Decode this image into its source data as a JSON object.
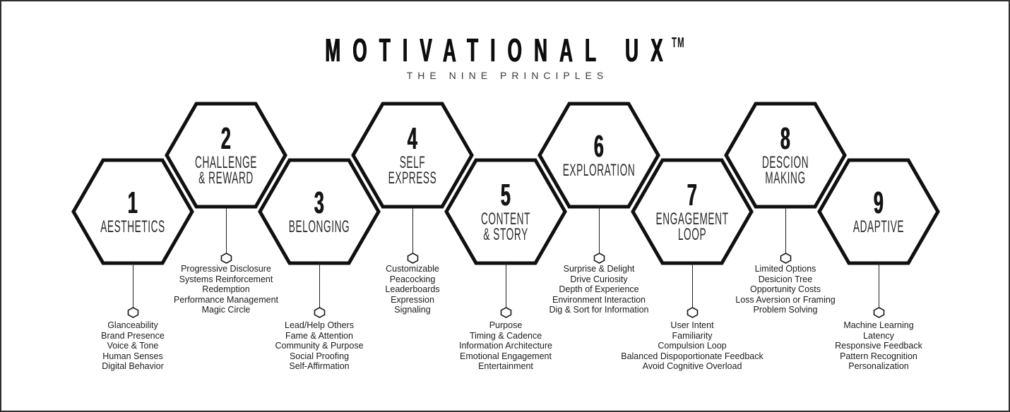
{
  "title": "MOTIVATIONAL UX",
  "title_tm": "TM",
  "subtitle": "THE NINE PRINCIPLES",
  "colors": {
    "ink": "#101010",
    "body_text": "#1b1b1b",
    "subtitle_text": "#3a3a3a",
    "background": "#ffffff"
  },
  "icons": {
    "node_marker": "small-hexagon-outline"
  },
  "principles": [
    {
      "number": "1",
      "label": "AESTHETICS",
      "items": [
        "Glanceability",
        "Brand Presence",
        "Voice & Tone",
        "Human Senses",
        "Digital Behavior"
      ]
    },
    {
      "number": "2",
      "label": "CHALLENGE\n& REWARD",
      "items": [
        "Progressive Disclosure",
        "Systems Reinforcement",
        "Redemption",
        "Performance Management",
        "Magic Circle"
      ]
    },
    {
      "number": "3",
      "label": "BELONGING",
      "items": [
        "Lead/Help Others",
        "Fame & Attention",
        "Community & Purpose",
        "Social Proofing",
        "Self-Affirmation"
      ]
    },
    {
      "number": "4",
      "label": "SELF\nEXPRESS",
      "items": [
        "Customizable",
        "Peacocking",
        "Leaderboards",
        "Expression",
        "Signaling"
      ]
    },
    {
      "number": "5",
      "label": "CONTENT\n& STORY",
      "items": [
        "Purpose",
        "Timing & Cadence",
        "Information Architecture",
        "Emotional Engagement",
        "Entertainment"
      ]
    },
    {
      "number": "6",
      "label": "EXPLORATION",
      "items": [
        "Surprise & Delight",
        "Drive Curiosity",
        "Depth of Experience",
        "Environment Interaction",
        "Dig & Sort for Information"
      ]
    },
    {
      "number": "7",
      "label": "ENGAGEMENT\nLOOP",
      "items": [
        "User Intent",
        "Familiarity",
        "Compulsion Loop",
        "Balanced Dispoportionate Feedback",
        "Avoid Cognitive Overload"
      ]
    },
    {
      "number": "8",
      "label": "DESCION\nMAKING",
      "items": [
        "Limited Options",
        "Desicion Tree",
        "Opportunity Costs",
        "Loss Aversion or Framing",
        "Problem Solving"
      ]
    },
    {
      "number": "9",
      "label": "ADAPTIVE",
      "items": [
        "Machine Learning",
        "Latency",
        "Responsive Feedback",
        "Pattern Recognition",
        "Personalization"
      ]
    }
  ]
}
